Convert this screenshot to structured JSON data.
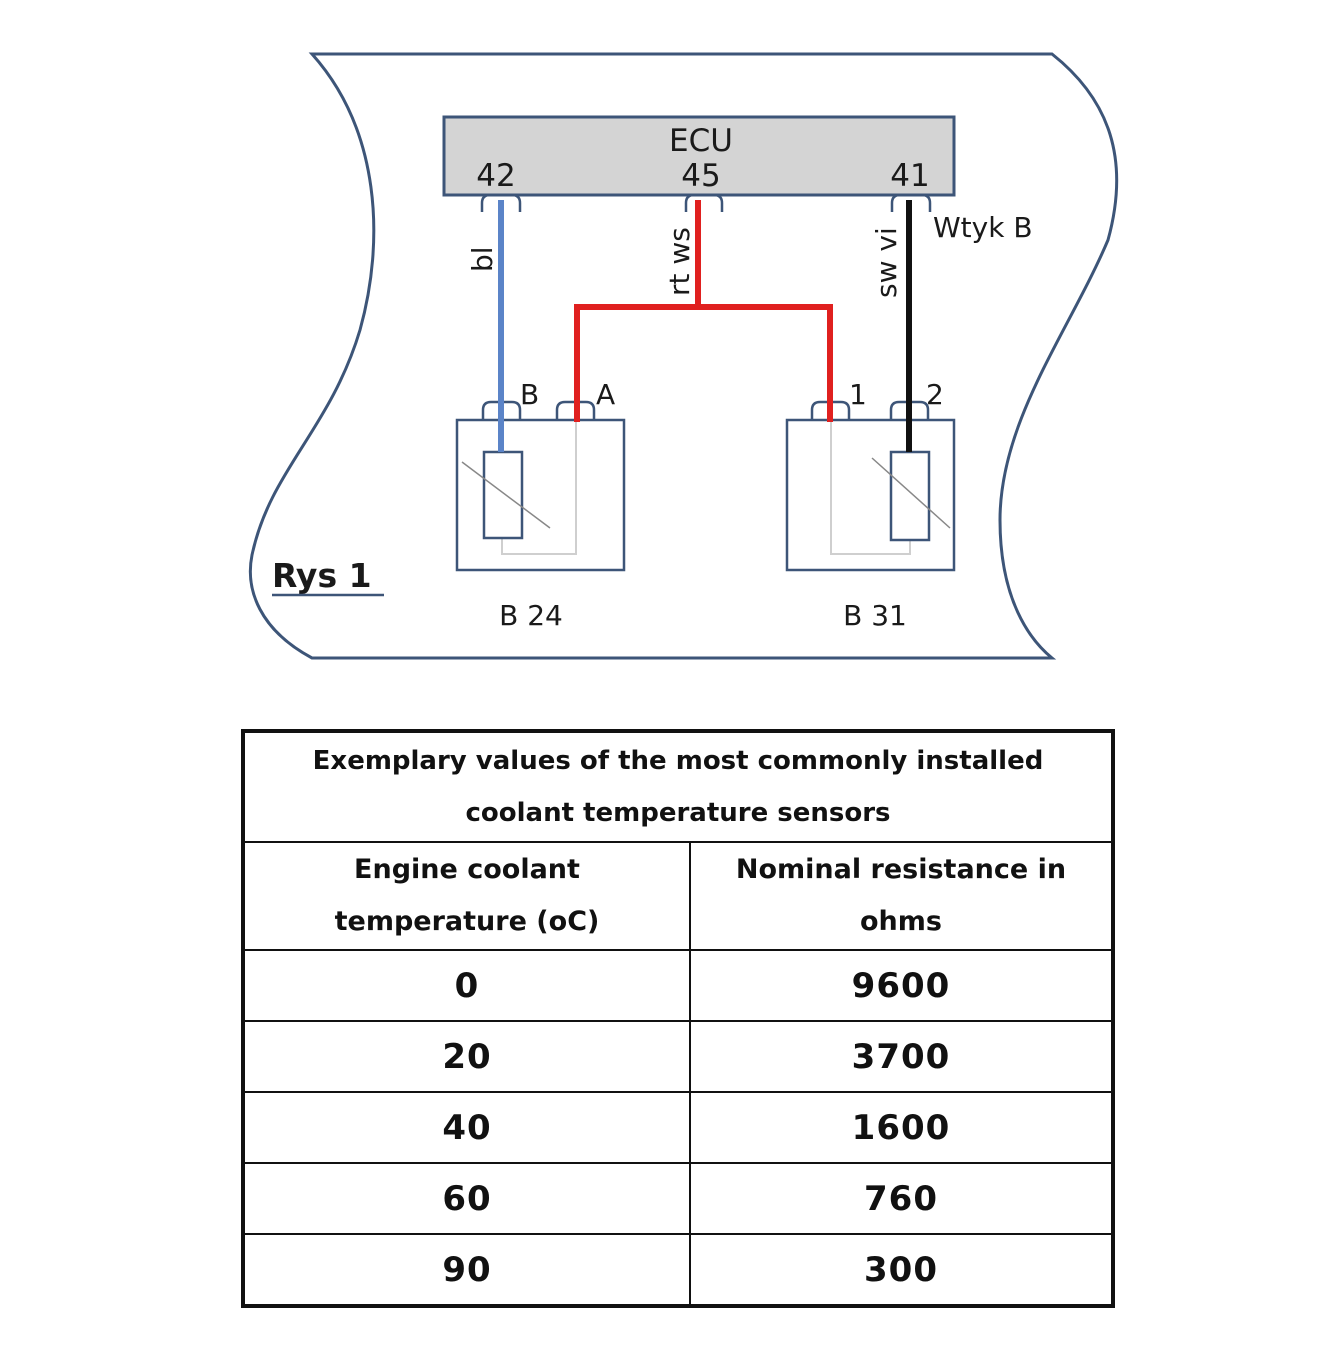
{
  "diagram": {
    "ecu_label": "ECU",
    "pins": [
      "42",
      "45",
      "41"
    ],
    "connector_label": "Wtyk B",
    "wire_labels": [
      "bl",
      "rt ws",
      "sw vi"
    ],
    "b24_pins": [
      "B",
      "A"
    ],
    "b31_pins": [
      "1",
      "2"
    ],
    "sensor_labels": [
      "B 24",
      "B 31"
    ],
    "figure_label": "Rys 1",
    "wire_colors": {
      "blue": "#5b84c8",
      "red": "#e0201f",
      "black": "#111111",
      "outline": "#3d5578"
    }
  },
  "table": {
    "title": "Exemplary values of the most commonly installed coolant temperature sensors",
    "headers": [
      "Engine coolant temperature (oC)",
      "Nominal resistance in ohms"
    ],
    "rows": [
      [
        "0",
        "9600"
      ],
      [
        "20",
        "3700"
      ],
      [
        "40",
        "1600"
      ],
      [
        "60",
        "760"
      ],
      [
        "90",
        "300"
      ]
    ]
  }
}
